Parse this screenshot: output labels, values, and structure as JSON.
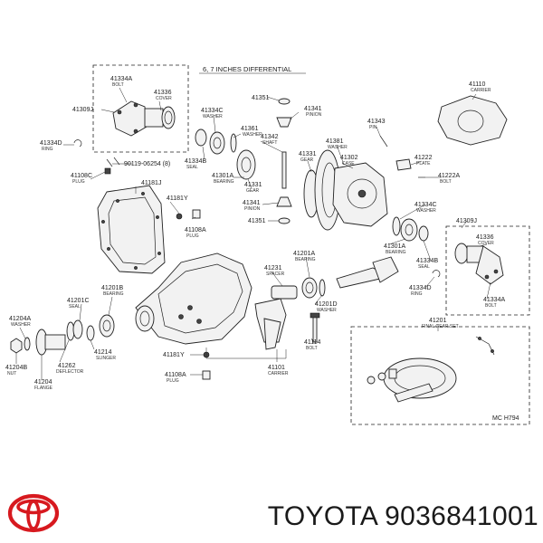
{
  "diagram": {
    "title": "6, 7 INCHES DIFFERENTIAL",
    "code": "MC H794",
    "labels": [
      {
        "num": "41334A",
        "sub": "BOLT"
      },
      {
        "num": "41336",
        "sub": "COVER"
      },
      {
        "num": "41309J",
        "sub": ""
      },
      {
        "num": "41334D",
        "sub": "RING"
      },
      {
        "num": "90119-06254 (8)",
        "sub": ""
      },
      {
        "num": "41108C",
        "sub": "PLUG"
      },
      {
        "num": "41181J",
        "sub": ""
      },
      {
        "num": "41181Y",
        "sub": ""
      },
      {
        "num": "41108A",
        "sub": "PLUG"
      },
      {
        "num": "41351",
        "sub": ""
      },
      {
        "num": "41341",
        "sub": "PINION"
      },
      {
        "num": "41334C",
        "sub": "WASHER"
      },
      {
        "num": "41361",
        "sub": "WASHER"
      },
      {
        "num": "41342",
        "sub": "SHAFT"
      },
      {
        "num": "41334B",
        "sub": "SEAL"
      },
      {
        "num": "41301A",
        "sub": "BEARING"
      },
      {
        "num": "41331",
        "sub": "GEAR"
      },
      {
        "num": "41341",
        "sub": "PINION"
      },
      {
        "num": "41351",
        "sub": ""
      },
      {
        "num": "41381",
        "sub": "WASHER"
      },
      {
        "num": "41331",
        "sub": "GEAR"
      },
      {
        "num": "41302",
        "sub": "CASE"
      },
      {
        "num": "41343",
        "sub": "PIN"
      },
      {
        "num": "41110",
        "sub": "CARRIER"
      },
      {
        "num": "41222",
        "sub": "PLATE"
      },
      {
        "num": "41222A",
        "sub": "BOLT"
      },
      {
        "num": "41334C",
        "sub": "WASHER"
      },
      {
        "num": "41309J",
        "sub": ""
      },
      {
        "num": "41301A",
        "sub": "BEARING"
      },
      {
        "num": "41336",
        "sub": "COVER"
      },
      {
        "num": "41334B",
        "sub": "SEAL"
      },
      {
        "num": "41334D",
        "sub": "RING"
      },
      {
        "num": "41334A",
        "sub": "BOLT"
      },
      {
        "num": "41201A",
        "sub": "BEARING"
      },
      {
        "num": "41231",
        "sub": "SPACER"
      },
      {
        "num": "41201D",
        "sub": "WASHER"
      },
      {
        "num": "41201C",
        "sub": "SEAL"
      },
      {
        "num": "41201B",
        "sub": "BEARING"
      },
      {
        "num": "41204A",
        "sub": "WASHER"
      },
      {
        "num": "41214",
        "sub": "SLINGER"
      },
      {
        "num": "41204B",
        "sub": "NUT"
      },
      {
        "num": "41262",
        "sub": "DEFLECTOR"
      },
      {
        "num": "41204",
        "sub": "FLANGE"
      },
      {
        "num": "41181Y",
        "sub": ""
      },
      {
        "num": "41108A",
        "sub": "PLUG"
      },
      {
        "num": "41101",
        "sub": "CARRIER"
      },
      {
        "num": "41114",
        "sub": "BOLT"
      },
      {
        "num": "41201",
        "sub": "FINAL GEAR SET"
      }
    ]
  },
  "brand": {
    "logo": "toyota-logo",
    "logo_color": "#d7191f",
    "caption": "TOYOTA 9036841001"
  }
}
